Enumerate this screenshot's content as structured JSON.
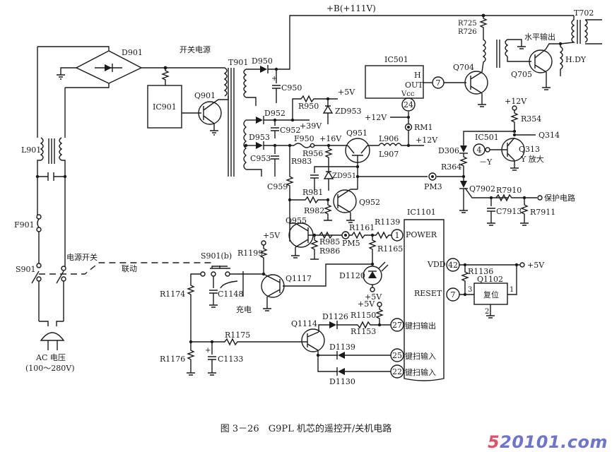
{
  "figure": {
    "caption": "图 3－26　G9PL 机芯的遥控开/关机电路",
    "watermark_prefix": "5",
    "watermark_rest": "20101.com"
  },
  "labels": {
    "b_plus": "+B(+111V)",
    "switch_psu": "开关电源",
    "d901": "D901",
    "ic901": "IC901",
    "q901": "Q901",
    "t901": "T901",
    "d950": "D950",
    "c950": "C950",
    "r950": "R950",
    "plus5v_a": "+5V",
    "zd953": "ZD953",
    "d952": "D952",
    "c952": "C952",
    "plus39v": "+39V",
    "d953": "D953",
    "c953": "C953",
    "f950": "F950",
    "plus16v": "+16V",
    "r956": "R956",
    "q951": "Q951",
    "l906": "L906",
    "l907": "L907",
    "plus12v_a": "+12V",
    "plus12v_b": "+12V",
    "rm1": "RM1",
    "ic501_a": "IC501",
    "h": "H",
    "out": "OUT",
    "vcc": "Vcc",
    "pin24": "24",
    "pin7_h": "7",
    "q704": "Q704",
    "r725": "R725",
    "r726": "R726",
    "horiz_out": "水平输出",
    "q705": "Q705",
    "t702": "T702",
    "hdy": "H.DY",
    "plus12v_c": "+12V",
    "r354": "R354",
    "q314": "Q314",
    "ic501_b": "IC501",
    "pin4": "4",
    "minus_y": "－Y",
    "q313": "Q313",
    "y_amp": "Y 放大",
    "d306": "D306",
    "r364": "R364",
    "pm3": "PM3",
    "q7902": "Q7902",
    "r7910": "R7910",
    "protect": "保护电路",
    "c7913": "C7913",
    "r7911": "R7911",
    "zd951": "ZD951",
    "r983": "R983",
    "c959": "C959",
    "r981": "R981",
    "r982": "R982",
    "q952": "Q952",
    "q955": "Q955",
    "r985": "R985",
    "r986": "R986",
    "pm5": "PM5",
    "r1161": "R1161",
    "r1139": "R1139",
    "r1165": "R1165",
    "d1120": "D1120",
    "plus5v_b": "+5V",
    "plus5v_c": "+5V",
    "plus5v_d": "+5V",
    "plus5v_e": "+5V",
    "ic1101": "IC1101",
    "power": "POWER",
    "pin1": "1",
    "vdd": "VDD",
    "pin42": "42",
    "reset": "RESET",
    "pin7_r": "7",
    "r1136": "R1136",
    "q1102": "Q1102",
    "reset_cn": "复位",
    "p1": "1",
    "p2": "2",
    "p3": "3",
    "key_out": "键扫输出",
    "pin27": "27",
    "key_in_a": "键扫输入",
    "pin25": "25",
    "key_in_b": "键扫输入",
    "pin22": "22",
    "s901b": "S901(b)",
    "r1199": "R1199",
    "c1148": "C1148",
    "charge": "充电",
    "q1117": "Q1117",
    "r1174": "R1174",
    "r1175": "R1175",
    "r1176": "R1176",
    "c1133": "C1133",
    "q1114": "Q1114",
    "d1126": "D1126",
    "r1150": "R1150",
    "r1153": "R1153",
    "d1139": "D1139",
    "d1130": "D1130",
    "l901": "L901",
    "f901": "F901",
    "s901": "S901",
    "power_switch": "电源开关",
    "linked": "联动",
    "ac_voltage": "AC 电压",
    "ac_range": "(100～280V)"
  }
}
